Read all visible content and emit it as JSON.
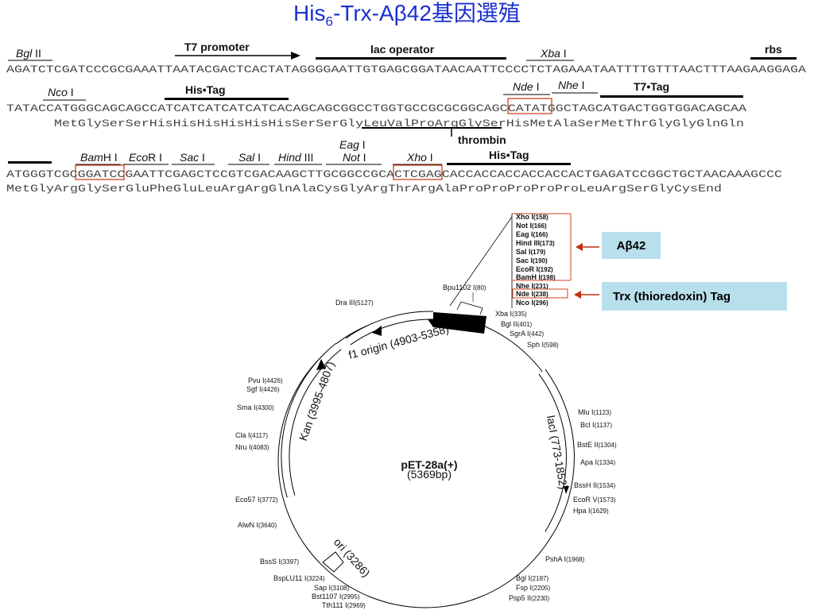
{
  "title": {
    "pre": "His",
    "sub": "6",
    "post": "-Trx-Aβ42基因選殖"
  },
  "sequence": {
    "row1": {
      "dna": "AGATCTCGATCCCGCGAAATTAATACGACTCACTATAGGGGAATTGTGAGCGGATAACAATTCCCCTCTAGAAATAATTTTGTTTAACTTTAAGAAGGAGA",
      "labels": {
        "bgl2": "Bgl II",
        "t7promoter": "T7 promoter",
        "lacop": "lac operator",
        "xba1": "Xba I",
        "rbs": "rbs"
      }
    },
    "row2": {
      "dna": "TATACCATGGGCAGCAGCCATCATCATCATCATCACAGCAGCGGCCTGGTGCCGCGCGGCAGCCATATGGCTAGCATGACTGGTGGACAGCAA",
      "protein": "MetGlySerSerHisHisHisHisHisHisSerSerGlyLeuValProArgGlySerHisMetAlaSerMetThrGlyGlyGlnGln",
      "labels": {
        "nco1": "Nco I",
        "histag": "His•Tag",
        "nde1": "Nde I",
        "nhe1": "Nhe I",
        "t7tag": "T7•Tag",
        "thrombin": "thrombin"
      }
    },
    "row3": {
      "dna": "ATGGGTCGCGGATCCGAATTCGAGCTCCGTCGACAAGCTTGCGGCCGCACTCGAGCACCACCACCACCACCACTGAGATCCGGCTGCTAACAAAGCCC",
      "protein": "MetGlyArgGlySerGluPheGluLeuArgArgGlnAlaCysGlyArgThrArgAlaProProProProProLeuArgSerGlyCysEnd",
      "labels": {
        "bamh1": "BamH I",
        "ecor1": "EcoR I",
        "sac1": "Sac I",
        "sal1": "Sal I",
        "hind3": "Hind III",
        "eag1": "Eag I",
        "not1": "Not I",
        "xho1": "Xho I",
        "histag": "His•Tag"
      }
    }
  },
  "callouts": {
    "abeta": "Aβ42",
    "trx": "Trx (thioredoxin) Tag"
  },
  "mcs_sites": [
    {
      "name": "Xho I",
      "pos": "(158)"
    },
    {
      "name": "Not I",
      "pos": "(166)"
    },
    {
      "name": "Eag I",
      "pos": "(166)"
    },
    {
      "name": "Hind III",
      "pos": "(173)"
    },
    {
      "name": "Sal I",
      "pos": "(179)"
    },
    {
      "name": "Sac I",
      "pos": "(190)"
    },
    {
      "name": "EcoR I",
      "pos": "(192)"
    },
    {
      "name": "BamH I",
      "pos": "(198)"
    },
    {
      "name": "Nhe I",
      "pos": "(231)"
    },
    {
      "name": "Nde I",
      "pos": "(238)"
    },
    {
      "name": "Nco I",
      "pos": "(296)"
    }
  ],
  "plasmid": {
    "name": "pET-28a(+)",
    "size": "(5369bp)",
    "features": {
      "f1": "f1 origin (4903-5358)",
      "kan": "Kan (3995-4807)",
      "laci": "lacI (773-1852)",
      "ori": "ori (3286)"
    },
    "sites_right": [
      {
        "name": "Bpu1102 I",
        "pos": "(80)"
      },
      {
        "name": "Xba I",
        "pos": "(335)"
      },
      {
        "name": "Bgl II",
        "pos": "(401)"
      },
      {
        "name": "SgrA I",
        "pos": "(442)"
      },
      {
        "name": "Sph I",
        "pos": "(598)"
      },
      {
        "name": "Mlu I",
        "pos": "(1123)"
      },
      {
        "name": "Bcl I",
        "pos": "(1137)"
      },
      {
        "name": "BstE II",
        "pos": "(1304)"
      },
      {
        "name": "Apa I",
        "pos": "(1334)"
      },
      {
        "name": "BssH II",
        "pos": "(1534)"
      },
      {
        "name": "EcoR V",
        "pos": "(1573)"
      },
      {
        "name": "Hpa I",
        "pos": "(1629)"
      },
      {
        "name": "PshA I",
        "pos": "(1968)"
      },
      {
        "name": "Bgl I",
        "pos": "(2187)"
      },
      {
        "name": "Fsp I",
        "pos": "(2205)"
      },
      {
        "name": "Psp5 II",
        "pos": "(2230)"
      }
    ],
    "sites_left": [
      {
        "name": "Dra III",
        "pos": "(5127)"
      },
      {
        "name": "Pvu I",
        "pos": "(4426)"
      },
      {
        "name": "Sgf I",
        "pos": "(4426)"
      },
      {
        "name": "Sma I",
        "pos": "(4300)"
      },
      {
        "name": "Cla I",
        "pos": "(4117)"
      },
      {
        "name": "Nru I",
        "pos": "(4083)"
      },
      {
        "name": "Eco57 I",
        "pos": "(3772)"
      },
      {
        "name": "AlwN I",
        "pos": "(3640)"
      },
      {
        "name": "BssS I",
        "pos": "(3397)"
      },
      {
        "name": "BspLU11 I",
        "pos": "(3224)"
      },
      {
        "name": "Sap I",
        "pos": "(3108)"
      },
      {
        "name": "Bst1107 I",
        "pos": "(2995)"
      },
      {
        "name": "Tth111 I",
        "pos": "(2969)"
      }
    ]
  },
  "colors": {
    "title": "#1a2fd0",
    "highlight_box": "#d0431c",
    "callout_bg": "#b8e0ec",
    "arrow": "#c0300e"
  }
}
